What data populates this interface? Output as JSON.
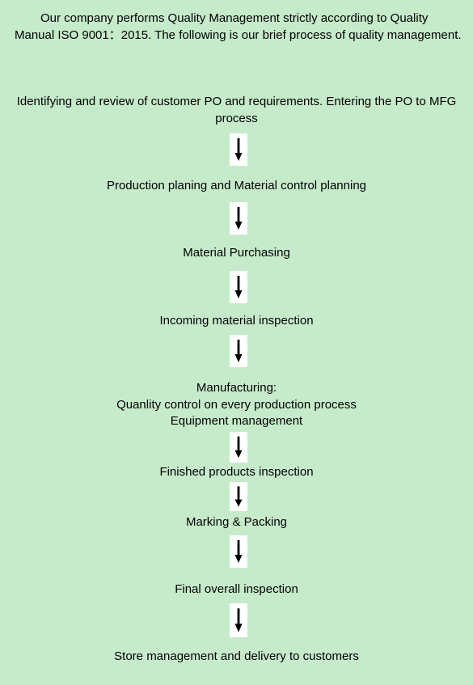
{
  "intro": "Our company performs Quality Management strictly according to Quality Manual ISO 9001：2015. The following is our brief process of quality management.",
  "steps": [
    {
      "lines": [
        "Identifying and review of customer PO and requirements. Entering the PO to MFG process"
      ]
    },
    {
      "lines": [
        "Production planing and Material control planning"
      ]
    },
    {
      "lines": [
        "Material Purchasing"
      ]
    },
    {
      "lines": [
        "Incoming material inspection"
      ]
    },
    {
      "lines": [
        "Manufacturing:",
        "Quanlity control on every production process",
        "Equipment management"
      ]
    },
    {
      "lines": [
        "Finished products inspection"
      ]
    },
    {
      "lines": [
        "Marking & Packing"
      ]
    },
    {
      "lines": [
        "Final overall inspection"
      ]
    },
    {
      "lines": [
        "Store management and delivery to customers"
      ]
    }
  ],
  "arrow_icon": "down-arrow-icon",
  "colors": {
    "background": "#c6ebcb",
    "arrow_box": "#ffffff",
    "text": "#000000"
  }
}
